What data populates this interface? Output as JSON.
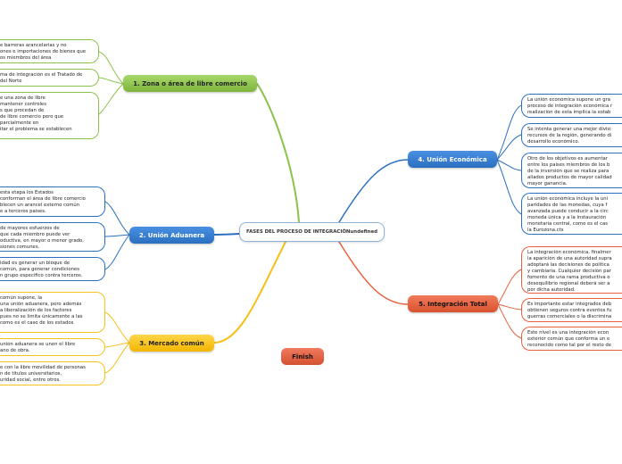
{
  "center": {
    "title": "FASES DEL PROCESO DE INTEGRACIÓNundefined"
  },
  "finish": {
    "label": "Finish"
  },
  "colors": {
    "green": "#8bc34a",
    "yellow": "#f5c018",
    "blue": "#2a6fc0",
    "red": "#e8603c"
  },
  "branches": [
    {
      "label": "1. Zona o área de libre comercio",
      "leaves": [
        [
          "e barreras arancelarias y no",
          "ones e importaciones de bienes que",
          "os miembros del área"
        ],
        [
          "ma de integración es el Tratado de",
          "del Norte"
        ],
        [
          "e una zona de libre",
          "mantener controles",
          "s que procedan de",
          "de libre comercio pero que",
          "parcialmente en",
          "itar el problema se establecen"
        ]
      ]
    },
    {
      "label": "2. Unión Aduanera",
      "leaves": [
        [
          "esta etapa los Estados",
          "conforman el área de libre comercio",
          "blecen un arancel externo común",
          "e a terceros países."
        ],
        [
          "de mayores esfuerzos de",
          "que cada miembro puede ver",
          "oductiva, en mayor o menor grado,",
          "siones comunes."
        ],
        [
          "idad es generar un bloque de",
          "común, para generar condiciones",
          "n grupo específico contra terceros."
        ]
      ]
    },
    {
      "label": "3. Mercado común",
      "leaves": [
        [
          "común supone, la",
          "una unión aduanera, pero además",
          "a liberalización de los factores",
          "pues no se limita únicamente a las",
          "como es el caso de los estados"
        ],
        [
          "unión aduanera se unen el libre",
          "ano de obra."
        ],
        [
          "e con la libre movilidad de personas",
          "n de títulos universitarios,",
          "uridad social, entre otros."
        ]
      ]
    },
    {
      "label": "4. Unión Económica",
      "leaves": [
        [
          "La unión económica supone un gra",
          "proceso de integración económica r",
          "realización de esta implica la estab"
        ],
        [
          "Se intenta generar una mejor divisi",
          "recursos de la región, generando di",
          "desarrollo económico."
        ],
        [
          "Otro de los objetivos es aumentar",
          "entre los países miembros de los b",
          "de la inversión que se realiza para",
          "aliados productos de mayor calidad",
          "mayor ganancia."
        ],
        [
          "La unión económica incluye la uni",
          "paridades de las monedas, cuya f",
          "avanzada puede conducir a la circ",
          "moneda única y a la instauración",
          "monetaria central, como es el cas",
          "la Eurozona.cts"
        ]
      ]
    },
    {
      "label": "5. Integración Total",
      "leaves": [
        [
          "La integración económica, finalmer",
          "la aparición de una autoridad supra",
          "adoptará las decisiones de política",
          "y cambiaria. Cualquier decisión par",
          "fomento de una rama productiva o",
          "desequilibrio regional deberá ser a",
          "por dicha autoridad."
        ],
        [
          "Es importante estar integrados deb",
          "obtienen seguros contra eventos fu",
          "guerras comerciales o la discrimina"
        ],
        [
          "Este nivel es una integración econ",
          "exterior común que conforma un e",
          "reconocido como tal por el resto de"
        ]
      ]
    }
  ]
}
